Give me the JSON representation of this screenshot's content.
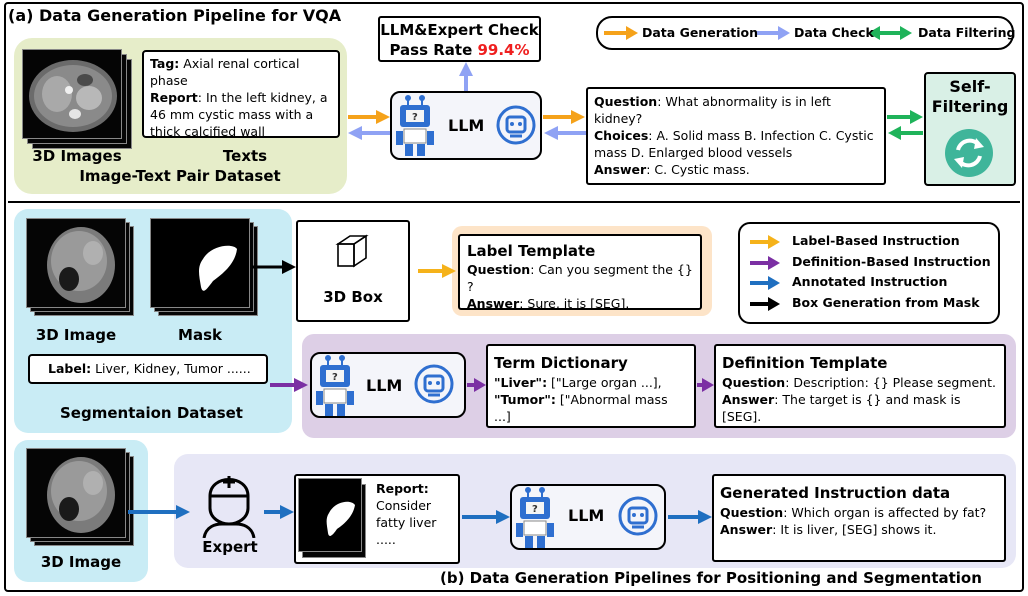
{
  "top": {
    "section_title": "(a) Data Generation Pipeline for VQA",
    "check_box": {
      "line1": "LLM&Expert Check",
      "line2_prefix": "Pass Rate ",
      "rate": "99.4%"
    },
    "legend": [
      {
        "label": "Data Generation",
        "color": "#f5a21a"
      },
      {
        "label": "Data Check",
        "color": "#8fa2f4"
      },
      {
        "label": "Data Filtering",
        "color": "#1fb35a"
      }
    ],
    "text_box": {
      "tag_key": "Tag:",
      "tag_value": " Axial renal cortical phase",
      "report_key": "Report",
      "report_value": ": In the left kidney, a 46 mm cystic mass with a thick calcified wall"
    },
    "captions": {
      "images": "3D Images",
      "texts": "Texts",
      "dataset": "Image-Text Pair Dataset"
    },
    "llm_label": "LLM",
    "qa_box": {
      "q_key": "Question",
      "q_value": ": What abnormality is in left kidney?",
      "c_key": "Choices",
      "c_value": ": A. Solid mass B. Infection C. Cystic mass D. Enlarged blood vessels",
      "a_key": "Answer",
      "a_value": ": C. Cystic mass."
    },
    "self_filter": {
      "line1": "Self-",
      "line2": "Filtering"
    }
  },
  "middle": {
    "captions": {
      "image": "3D Image",
      "mask": "Mask"
    },
    "box3d_label": "3D Box",
    "label_template": {
      "title": "Label Template",
      "q_key": "Question",
      "q_value": ": Can you segment the {} ?",
      "a_key": "Answer",
      "a_value": ": Sure, it is [SEG]."
    },
    "legend": [
      {
        "label": "Label-Based Instruction",
        "color": "#f5b21a"
      },
      {
        "label": "Definition-Based Instruction",
        "color": "#7b2fa3"
      },
      {
        "label": "Annotated Instruction",
        "color": "#1f6fc0"
      },
      {
        "label": "Box Generation from Mask",
        "color": "#000000"
      }
    ],
    "label_box": {
      "key": "Label:",
      "value": " Liver, Kidney, Tumor ......"
    },
    "dataset_caption": "Segmentaion  Dataset",
    "llm_label": "LLM",
    "term_dict": {
      "title": "Term Dictionary",
      "k1": "\"Liver\":",
      "v1": " [\"Large organ ...],",
      "k2": "\"Tumor\":",
      "v2": " [\"Abnormal mass ...]"
    },
    "definition_template": {
      "title": "Definition Template",
      "q_key": "Question",
      "q_value": ": Description: {} Please segment.",
      "a_key": "Answer",
      "a_value": ": The target is {} and mask is [SEG]."
    }
  },
  "bottom": {
    "image_caption": "3D Image",
    "expert_caption": "Expert",
    "report": {
      "key": "Report:",
      "value": "Consider fatty liver ....."
    },
    "llm_label": "LLM",
    "generated": {
      "title": "Generated Instruction data",
      "q_key": "Question",
      "q_value": ": Which organ is affected by fat?",
      "a_key": "Answer",
      "a_value": ": It is liver, [SEG] shows it."
    },
    "section_title": "(b) Data Generation Pipelines for Positioning and Segmentation"
  }
}
